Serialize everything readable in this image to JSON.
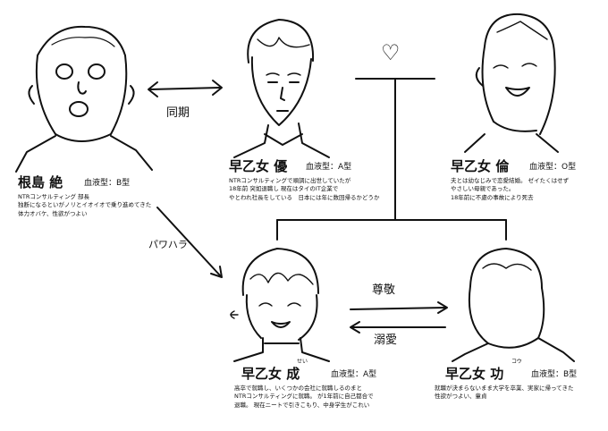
{
  "characters": {
    "nemoto": {
      "name": "根島 絶",
      "blood": "血液型：B型",
      "desc": [
        "NTRコンサルティング 部長",
        "独断になるといがノリとイオイオで乗り進めてきた",
        "体力オバケ、性欲がつよい"
      ]
    },
    "yu": {
      "name": "早乙女 優",
      "blood": "血液型：A型",
      "desc": [
        "NTRコンサルティングで順調に出世していたが",
        "18年前 突如退職し 現在はタイのIT企業で",
        "やとわれ社長をしている　日本には年に数回帰るかどうか"
      ]
    },
    "rin": {
      "name": "早乙女 倫",
      "blood": "血液型：O型",
      "desc": [
        "夫とは幼なじみで恋愛結婚。 ゼイたくはせず",
        "やさしい母親であった。",
        "18年前に不慮の事故により死去"
      ]
    },
    "sei": {
      "name": "早乙女 成",
      "ruby": "せい",
      "blood": "血液型：A型",
      "desc": [
        "高卒で就職し、いくつかの会社に就職しるのまと",
        "NTRコンサルティングに就職。 が1年前に自己都合で",
        "退職。 現在ニートで引きこもり、中身学生がこれい"
      ]
    },
    "ko": {
      "name": "早乙女 功",
      "ruby": "コウ",
      "blood": "血液型：B型",
      "desc": [
        "就職が決まらないまま大学を卒業、実家に帰ってきた",
        "性欲がつよい、童貞"
      ]
    }
  },
  "relations": {
    "doki": "同期",
    "pawahara": "パワハラ",
    "sonkei": "尊敬",
    "dekiai": "溺愛",
    "heart": "♡"
  }
}
